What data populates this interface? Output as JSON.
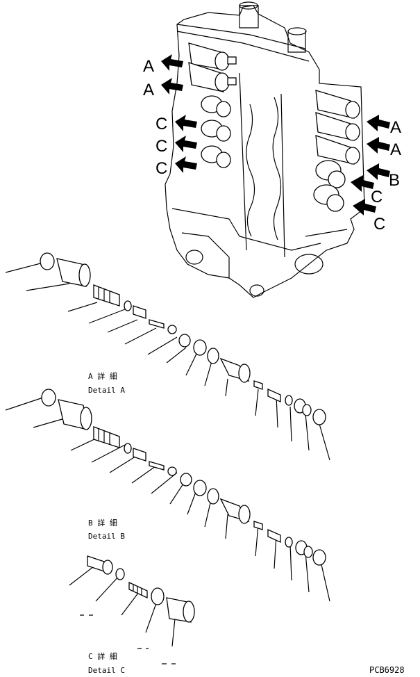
{
  "callouts": {
    "left": [
      "A",
      "A",
      "C",
      "C",
      "C"
    ],
    "right": [
      "A",
      "A",
      "B",
      "C",
      "C"
    ]
  },
  "details": {
    "a_line1": "A 詳 細",
    "a_line2": "Detail A",
    "b_line1": "B 詳 細",
    "b_line2": "Detail B",
    "c_line1": "C 詳 細",
    "c_line2": "Detail C"
  },
  "drawing_code": "PCB6928"
}
